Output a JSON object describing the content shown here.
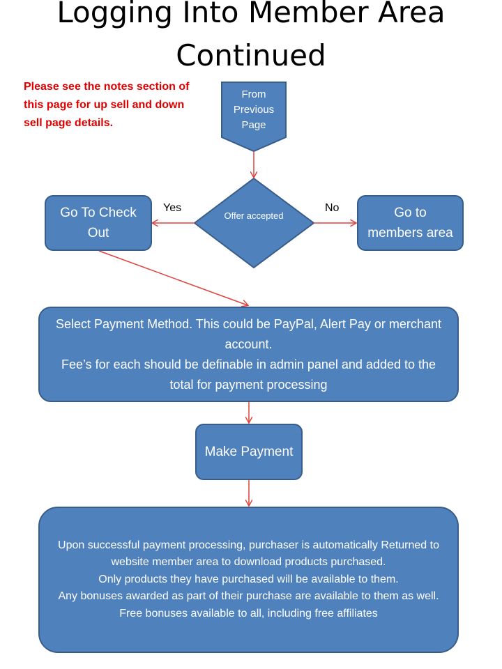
{
  "title": {
    "line1": "Logging Into Member Area",
    "line2": "Continued"
  },
  "note": "Please see the notes section of this page for up sell and down sell page details.",
  "nodes": {
    "from_previous": "From Previous Page",
    "decision": "Offer accepted",
    "checkout": "Go To Check Out",
    "members": "Go to members area",
    "payment_method": {
      "line1": "Select Payment Method.  This could be PayPal, Alert Pay or merchant account.",
      "line2": "Fee’s for each should be definable in admin panel and added to the total for payment processing"
    },
    "make_payment": "Make Payment",
    "final": {
      "l1": "Upon successful payment processing, purchaser is automatically Returned to website member area to download products purchased.",
      "l2": "Only products they have purchased will be available to them.",
      "l3": "Any bonuses awarded as part of their purchase are available to them as well.",
      "l4": "Free bonuses available to all, including free affiliates"
    }
  },
  "edge_labels": {
    "yes": "Yes",
    "no": "No"
  },
  "colors": {
    "fill": "#4f81bd",
    "stroke": "#385d8a",
    "arrow": "#e0413a",
    "note": "#e00000"
  }
}
